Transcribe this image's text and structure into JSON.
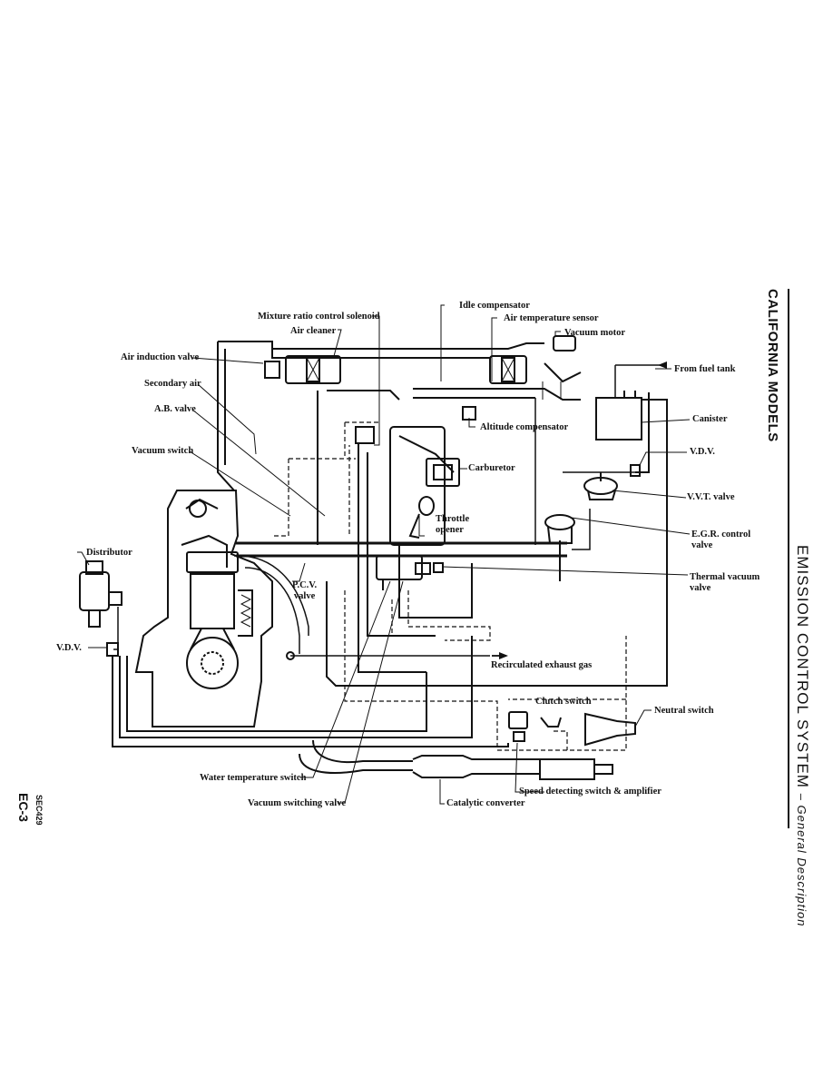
{
  "side_header": {
    "section": "CALIFORNIA MODELS",
    "chapter": "EMISSION CONTROL SYSTEM",
    "subtitle": "– General Description"
  },
  "footer": {
    "page": "EC-3",
    "figure_code": "SEC429"
  },
  "labels": {
    "mixture_ratio": "Mixture ratio control solenoid",
    "air_cleaner": "Air cleaner",
    "idle_comp": "Idle compensator",
    "air_temp": "Air temperature sensor",
    "vacuum_motor": "Vacuum motor",
    "air_induction": "Air induction valve",
    "from_fuel_tank": "From fuel tank",
    "secondary_air": "Secondary air",
    "ab_valve": "A.B. valve",
    "canister": "Canister",
    "altitude_comp": "Altitude compensator",
    "vacuum_switch": "Vacuum switch",
    "vdv_top": "V.D.V.",
    "carburetor": "Carburetor",
    "vvt_valve": "V.V.T. valve",
    "throttle_opener": "Throttle\nopener",
    "egr_valve": "E.G.R. control\nvalve",
    "distributor": "Distributor",
    "pcv_valve": "P.C.V.\nvalve",
    "thermal_vacuum": "Thermal vacuum\nvalve",
    "vdv_left": "V.D.V.",
    "recirc_gas": "Recirculated exhaust gas",
    "clutch_switch": "Clutch switch",
    "neutral_switch": "Neutral switch",
    "water_temp": "Water temperature switch",
    "speed_detect": "Speed detecting switch & amplifier",
    "vacuum_switching": "Vacuum switching valve",
    "catalytic": "Catalytic converter"
  }
}
